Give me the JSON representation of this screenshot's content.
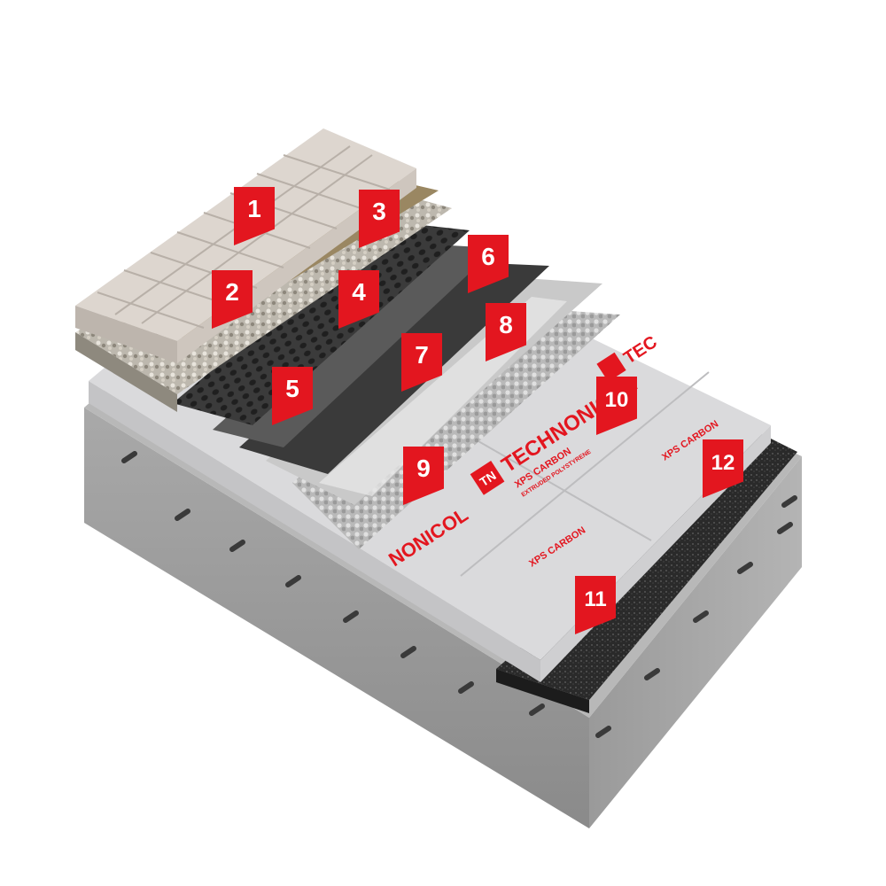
{
  "colors": {
    "marker": "#e3161f",
    "concrete": "#9c9c9c",
    "xps": "#d9d9db",
    "brand": "#e3161f",
    "paver": "#d8d2cc",
    "sand": "#9a8762",
    "membrane": "#3a3a3a"
  },
  "markers": [
    {
      "number": "1"
    },
    {
      "number": "2"
    },
    {
      "number": "3"
    },
    {
      "number": "4"
    },
    {
      "number": "5"
    },
    {
      "number": "6"
    },
    {
      "number": "7"
    },
    {
      "number": "8"
    },
    {
      "number": "9"
    },
    {
      "number": "10"
    },
    {
      "number": "11"
    },
    {
      "number": "12"
    }
  ],
  "brand": {
    "logo_mark": "TN",
    "name": "TECHNONICOL",
    "name_fragment_a": "NONICOL",
    "name_fragment_b": "TEC",
    "product": "XPS CARBON",
    "product_sub": "EXTRUDED POLYSTYRENE"
  }
}
